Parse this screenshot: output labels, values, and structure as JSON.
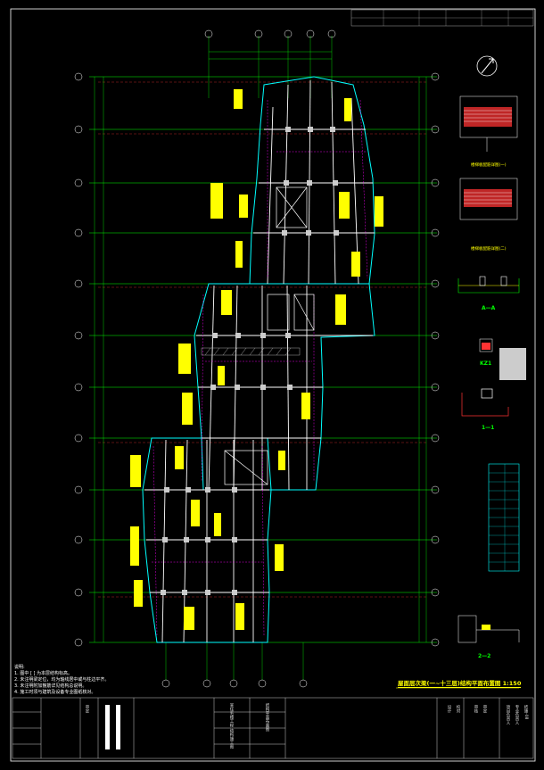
{
  "drawing": {
    "title": "屋面层次梁(一~十三层)结构平面布置图",
    "scale": "1:150",
    "notes_heading": "说明:",
    "notes": [
      "1. 图中 [ ] 为本层结构标高。",
      "2. 未注明梁定位，均为轴线居中或与柱边平齐。",
      "3. 未注明附加箍筋详见结构总说明。",
      "4. 施工时须与建筑及设备专业图纸核对。"
    ],
    "section_labels": [
      "A—A",
      "1—1",
      "2—2",
      "KZ1"
    ],
    "detail_captions": [
      "楼梯板配筋详图(一)",
      "楼梯板配筋详图(二)"
    ],
    "title_block": {
      "project": "某住宅楼工程 结构施工图",
      "drawing_name": "结构平面布置图",
      "stamp": "审定",
      "fields": [
        "设计",
        "校对",
        "审核",
        "审定",
        "项目负责人",
        "专业负责人"
      ],
      "sheet_no": "结施-08"
    },
    "colors": {
      "background": "#000000",
      "axis": "#00ff00",
      "beams": "#ffffff",
      "dimension": "#ff0000",
      "annotation": "#ffff00",
      "walls": "#00ffff",
      "rebar": "#ff00ff"
    }
  }
}
